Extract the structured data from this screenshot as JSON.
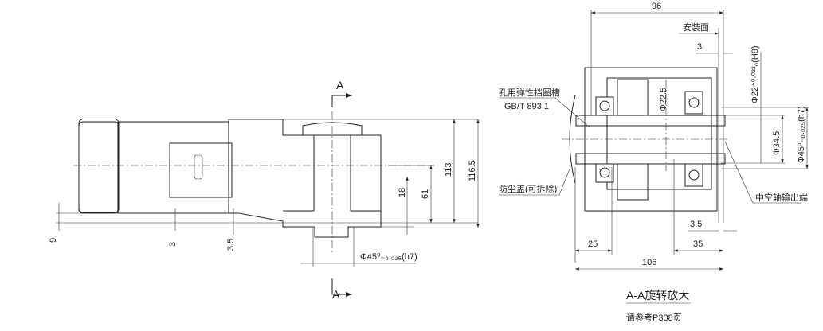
{
  "side_view": {
    "section_mark": "A",
    "dims": {
      "d9": "9",
      "d3": "3",
      "d3_5": "3.5",
      "d18": "18",
      "d61": "61",
      "d113": "113",
      "d116_5": "116.5",
      "shaft_dia": "Φ45⁰₋₀.₀₂₅(h7)"
    },
    "colors": {
      "motor": "#e8e8e8",
      "gearbox": "#b5dcb0"
    }
  },
  "section_view": {
    "dims": {
      "d96": "96",
      "d3": "3",
      "d22": "Φ22⁺⁰·⁰³³₀(H8)",
      "d22_5": "Φ22.5",
      "d34_5": "Φ34.5",
      "d45": "Φ45⁰₋₀.₀₂₅(h7)",
      "d3_5": "3.5",
      "d25": "25",
      "d35": "35",
      "d106": "106"
    },
    "labels": {
      "mount_face": "安装面",
      "circlip_groove": "孔用弹性挡圈槽",
      "standard": "GB/T 893.1",
      "dust_cover": "防尘盖(可拆除)",
      "hollow_output": "中空轴输出端"
    },
    "title": "A-A旋转放大",
    "reference": "请参考P308页"
  }
}
